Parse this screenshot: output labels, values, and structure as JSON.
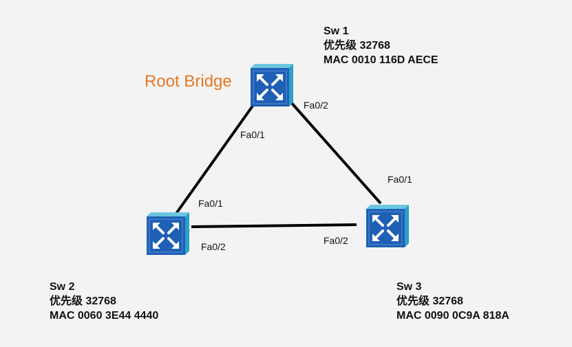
{
  "root_label": "Root Bridge",
  "switches": [
    {
      "name": "Sw 1",
      "priority": "优先级 32768",
      "mac": "MAC 0010 116D AECE"
    },
    {
      "name": "Sw 2",
      "priority": "优先级 32768",
      "mac": "MAC 0060 3E44 4440"
    },
    {
      "name": "Sw 3",
      "priority": "优先级 32768",
      "mac": "MAC 0090 0C9A 818A"
    }
  ],
  "ports": {
    "sw1_fa01": "Fa0/1",
    "sw1_fa02": "Fa0/2",
    "sw2_fa01": "Fa0/1",
    "sw2_fa02": "Fa0/2",
    "sw3_fa01": "Fa0/1",
    "sw3_fa02": "Fa0/2"
  },
  "colors": {
    "switch_face": "#1f5fb5",
    "switch_side": "#2aa1c9",
    "link": "#000000",
    "root_label": "#e87722"
  }
}
